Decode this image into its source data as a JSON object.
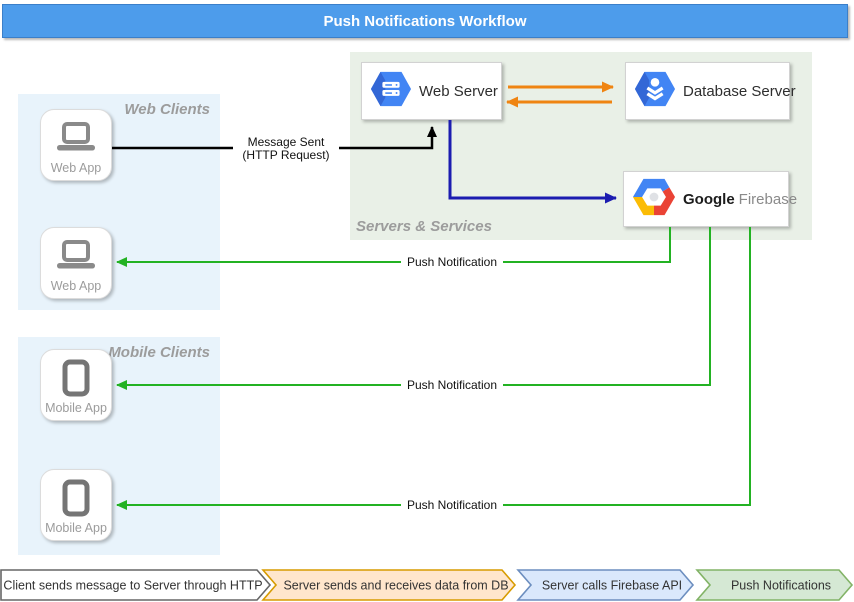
{
  "header": {
    "title": "Push Notifications Workflow"
  },
  "regions": {
    "web_clients": {
      "label": "Web Clients"
    },
    "mobile_clients": {
      "label": "Mobile Clients"
    },
    "servers": {
      "label": "Servers & Services"
    }
  },
  "nodes": {
    "web_app_1": {
      "label": "Web App"
    },
    "web_app_2": {
      "label": "Web App"
    },
    "mobile_app_1": {
      "label": "Mobile App"
    },
    "mobile_app_2": {
      "label": "Mobile App"
    },
    "web_server": {
      "label": "Web Server"
    },
    "database_server": {
      "label": "Database Server"
    },
    "firebase": {
      "brand": "Google",
      "product": "Firebase"
    }
  },
  "edges": {
    "message_sent": {
      "label_line1": "Message Sent",
      "label_line2": "(HTTP Request)"
    },
    "push_web": {
      "label": "Push Notification"
    },
    "push_mobile_1": {
      "label": "Push Notification"
    },
    "push_mobile_2": {
      "label": "Push Notification"
    }
  },
  "ribbon": [
    {
      "label": "Client sends message to Server through HTTP",
      "fill": "#ffffff",
      "stroke": "#666666"
    },
    {
      "label": "Server sends and receives data from DB",
      "fill": "#ffe6cc",
      "stroke": "#d79b00"
    },
    {
      "label": "Server calls Firebase API",
      "fill": "#dae8fc",
      "stroke": "#6c8ebf"
    },
    {
      "label": "Push Notifications",
      "fill": "#d5e8d4",
      "stroke": "#82b366"
    }
  ],
  "colors": {
    "header_bg": "#4d9ceb",
    "client_region_bg": "#e8f3fb",
    "server_region_bg": "#e9f0e7",
    "edge_black": "#000000",
    "edge_blue": "#1c1cb0",
    "edge_orange": "#ef8412",
    "edge_green": "#23b223",
    "gcp_blue": "#4285f4"
  }
}
